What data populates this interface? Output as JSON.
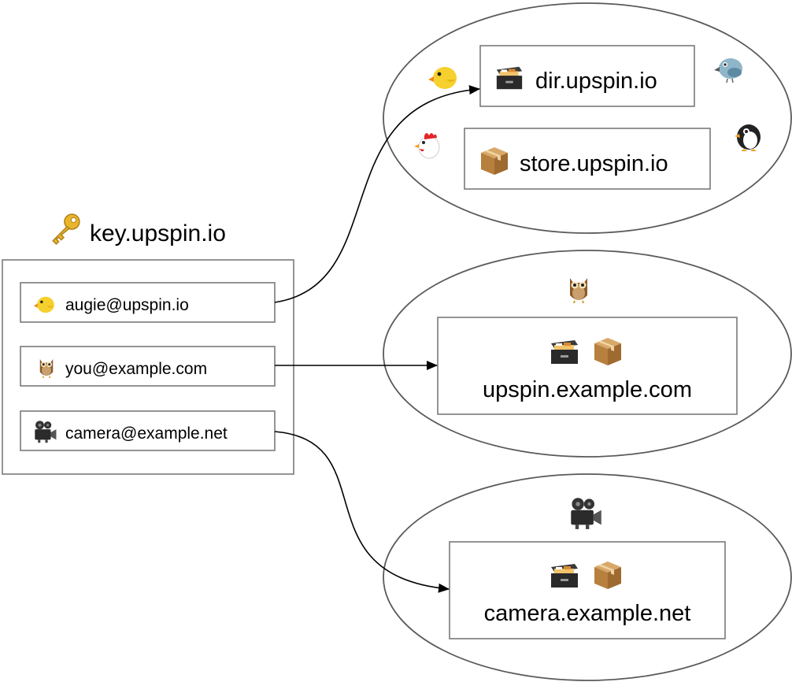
{
  "key_server": {
    "label": "key.upspin.io",
    "icon": "key-icon",
    "users": [
      {
        "label": "augie@upspin.io",
        "icon": "chick-icon"
      },
      {
        "label": "you@example.com",
        "icon": "owl-icon"
      },
      {
        "label": "camera@example.net",
        "icon": "movie-camera-icon"
      }
    ]
  },
  "clusters": [
    {
      "name": "upspin-io",
      "icons": [
        "chick-icon",
        "bird-icon",
        "chicken-icon",
        "penguin-icon"
      ],
      "servers": [
        {
          "label": "dir.upspin.io",
          "icons": [
            "file-cabinet-icon"
          ]
        },
        {
          "label": "store.upspin.io",
          "icons": [
            "package-icon"
          ]
        }
      ]
    },
    {
      "name": "example-com",
      "icons": [
        "owl-icon"
      ],
      "servers": [
        {
          "label": "upspin.example.com",
          "icons": [
            "file-cabinet-icon",
            "package-icon"
          ]
        }
      ]
    },
    {
      "name": "example-net",
      "icons": [
        "movie-camera-icon"
      ],
      "servers": [
        {
          "label": "camera.example.net",
          "icons": [
            "file-cabinet-icon",
            "package-icon"
          ]
        }
      ]
    }
  ],
  "edges": [
    {
      "from": "augie@upspin.io",
      "to": "dir.upspin.io"
    },
    {
      "from": "you@example.com",
      "to": "upspin.example.com"
    },
    {
      "from": "camera@example.net",
      "to": "camera.example.net"
    }
  ]
}
